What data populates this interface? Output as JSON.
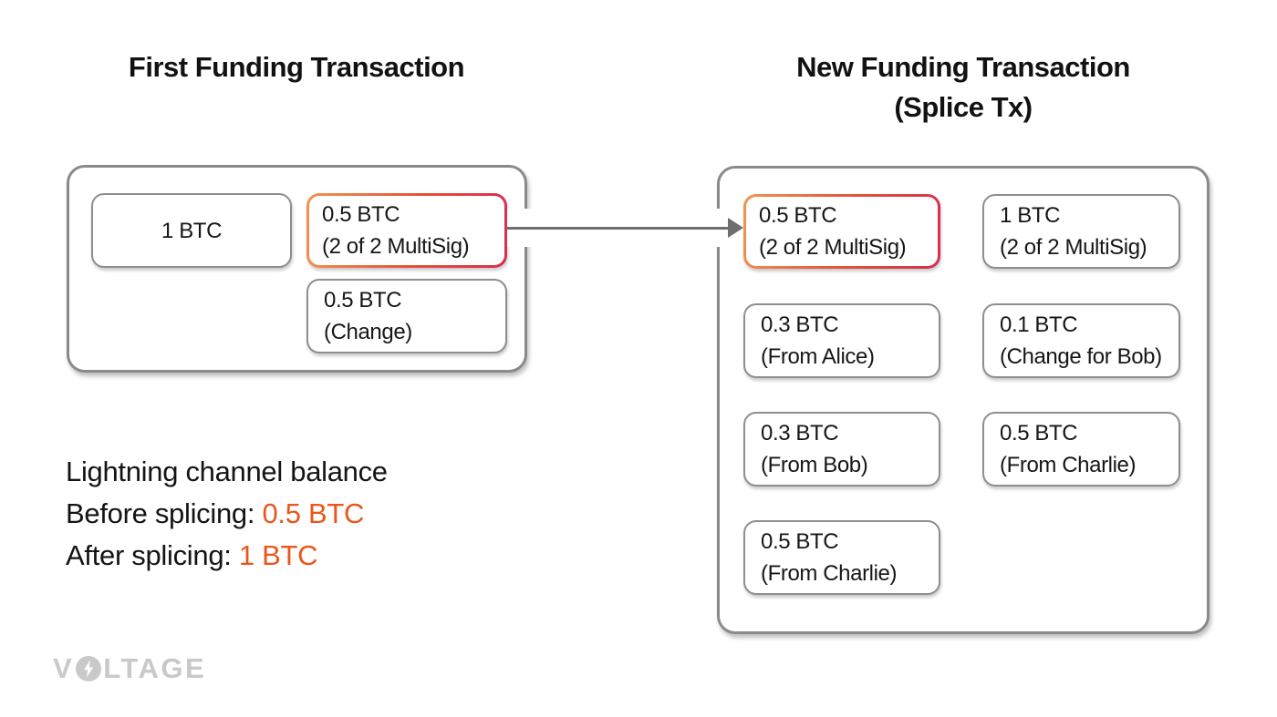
{
  "titles": {
    "left": "First Funding Transaction",
    "right_line1": "New Funding Transaction",
    "right_line2": "(Splice Tx)"
  },
  "first_tx": {
    "outputs": [
      {
        "amount": "1 BTC",
        "note": ""
      },
      {
        "amount": "0.5 BTC",
        "note": "(2 of 2 MultiSig)"
      },
      {
        "amount": "0.5 BTC",
        "note": "(Change)"
      }
    ]
  },
  "splice_tx": {
    "outputs": [
      {
        "amount": "0.5 BTC",
        "note": "(2 of 2 MultiSig)"
      },
      {
        "amount": "1 BTC",
        "note": "(2 of 2 MultiSig)"
      },
      {
        "amount": "0.3 BTC",
        "note": "(From Alice)"
      },
      {
        "amount": "0.1 BTC",
        "note": "(Change for Bob)"
      },
      {
        "amount": "0.3 BTC",
        "note": "(From Bob)"
      },
      {
        "amount": "0.5 BTC",
        "note": "(From Charlie)"
      },
      {
        "amount": "0.5 BTC",
        "note": "(From Charlie)"
      }
    ]
  },
  "summary": {
    "title": "Lightning channel balance",
    "before_label": "Before splicing: ",
    "before_value": "0.5 BTC",
    "after_label": "After splicing: ",
    "after_value": "1 BTC"
  },
  "logo": {
    "pre": "V",
    "post": "LTAGE",
    "name": "Voltage"
  },
  "colors": {
    "highlight_text": "#EA561C",
    "highlight_border_start": "#F2954F",
    "highlight_border_end": "#D92C50",
    "box_border": "#8E8E8E",
    "container_border": "#8A8A8A",
    "arrow": "#6E6E6E",
    "logo_gray": "#C9C9C9",
    "text": "#141414",
    "background": "#FFFFFF"
  }
}
